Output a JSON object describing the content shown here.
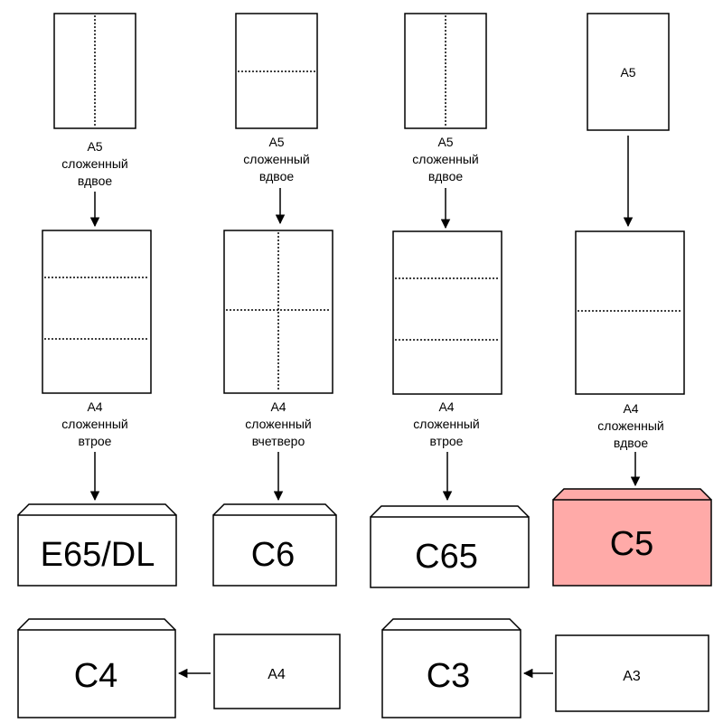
{
  "columns": [
    {
      "top_label": [
        "A5",
        "сложенный",
        "вдвое"
      ],
      "mid_label": [
        "A4",
        "сложенный",
        "втрое"
      ],
      "envelope": "E65/DL"
    },
    {
      "top_label": [
        "A5",
        "сложенный",
        "вдвое"
      ],
      "mid_label": [
        "A4",
        "сложенный",
        "вчетверо"
      ],
      "envelope": "C6"
    },
    {
      "top_label": [
        "A5",
        "сложенный",
        "вдвое"
      ],
      "mid_label": [
        "A4",
        "сложенный",
        "втрое"
      ],
      "envelope": "C65"
    },
    {
      "top_sheet_label": "A5",
      "mid_label": [
        "A4",
        "сложенный",
        "вдвое"
      ],
      "envelope": "C5",
      "envelope_color": "#ffaaa8"
    }
  ],
  "bottom": [
    {
      "envelope": "C4",
      "sheet": "A4"
    },
    {
      "envelope": "C3",
      "sheet": "A3"
    }
  ]
}
